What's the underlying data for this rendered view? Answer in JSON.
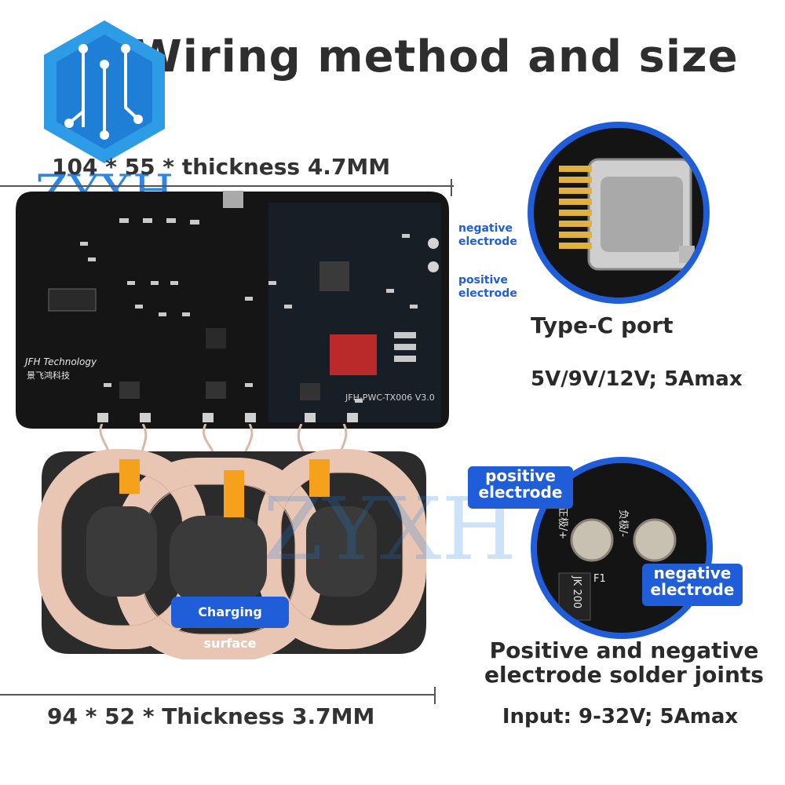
{
  "title": "Wiring method and size",
  "logo_text": "ZYXH",
  "watermark": "ZYXH",
  "pcb": {
    "dimensions": "104 * 55 * thickness 4.7MM",
    "brand_en": "JFH Technology",
    "brand_cn": "景飞鸿科技",
    "model": "JFH-PWC-TX006 V3.0",
    "negative_label": "negative\nelectrode",
    "positive_label": "positive\nelectrode"
  },
  "coil": {
    "dimensions": "94 * 52 * Thickness 3.7MM",
    "charging_surface_label": "Charging surface"
  },
  "typec": {
    "port_label": "Type-C port",
    "spec": "5V/9V/12V; 5Amax"
  },
  "solder": {
    "positive_label": "positive\nelectrode",
    "negative_label": "negative\nelectrode",
    "description_line1": "Positive and negative",
    "description_line2": "electrode solder joints",
    "input_spec": "Input: 9-32V; 5Amax",
    "silk_pos": "正极/+",
    "silk_neg": "负极/-",
    "silk_f1": "F1",
    "silk_part": "JK 200"
  },
  "colors": {
    "accent_blue": "#1f5ed8",
    "pcb_black": "#151515",
    "coil_copper": "#e9c6b3",
    "kapton_orange": "#f5a11c"
  }
}
